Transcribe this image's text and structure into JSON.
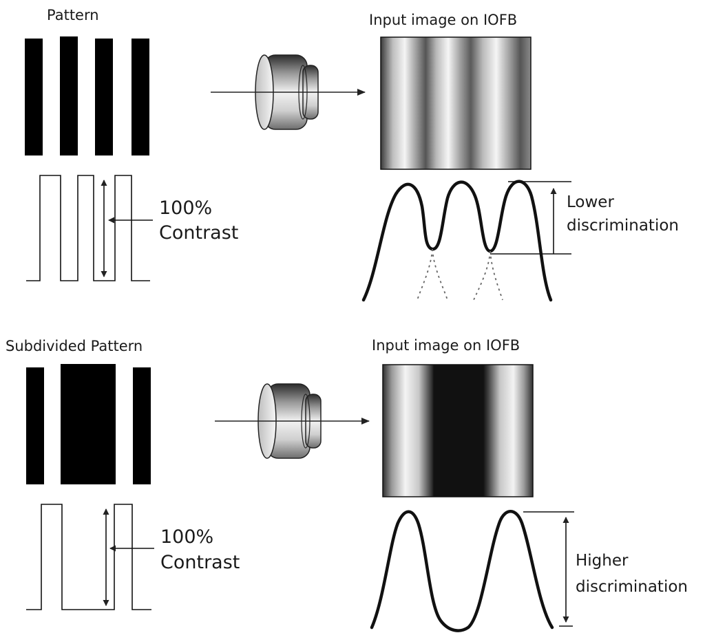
{
  "top": {
    "pattern_title": "Pattern",
    "image_title": "Input image on IOFB",
    "contrast_value": "100%",
    "contrast_word": "Contrast",
    "discrimination_line1": "Lower",
    "discrimination_line2": "discrimination"
  },
  "bottom": {
    "pattern_title": "Subdivided Pattern",
    "image_title": "Input image on IOFB",
    "contrast_value": "100%",
    "contrast_word": "Contrast",
    "discrimination_line1": "Higher",
    "discrimination_line2": "discrimination"
  },
  "colors": {
    "ink": "#000000",
    "background": "#ffffff"
  }
}
